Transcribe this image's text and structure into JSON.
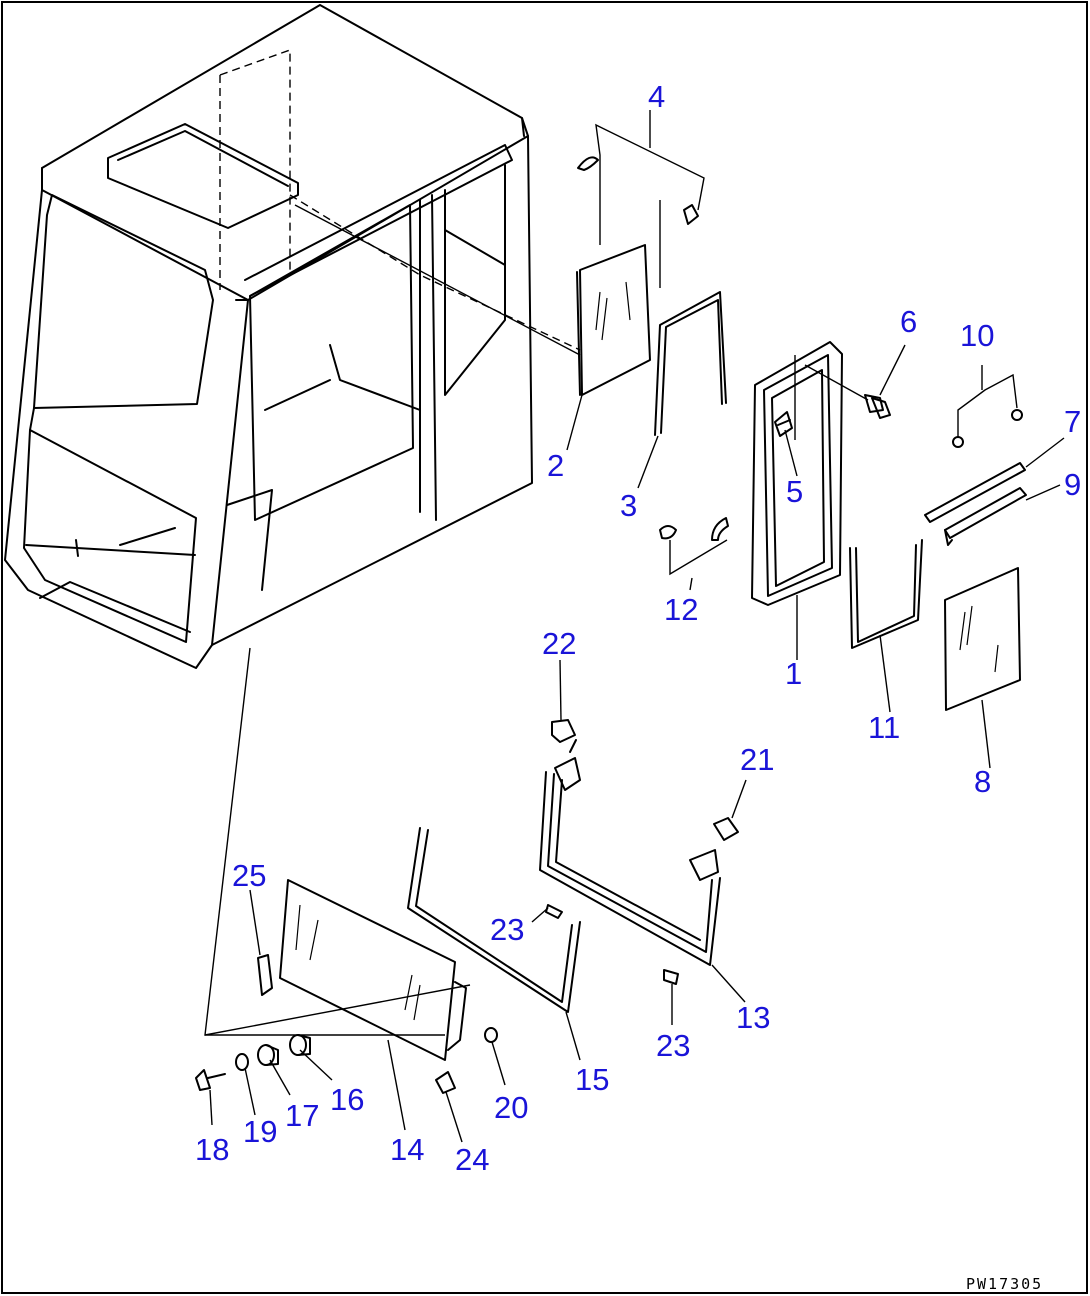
{
  "diagram": {
    "drawing_code": "PW17305",
    "callout_color": "#1a14d8",
    "line_color": "#000000",
    "callouts": [
      {
        "id": "1",
        "label": "1"
      },
      {
        "id": "2",
        "label": "2"
      },
      {
        "id": "3",
        "label": "3"
      },
      {
        "id": "4",
        "label": "4"
      },
      {
        "id": "5",
        "label": "5"
      },
      {
        "id": "6",
        "label": "6"
      },
      {
        "id": "7",
        "label": "7"
      },
      {
        "id": "8",
        "label": "8"
      },
      {
        "id": "9",
        "label": "9"
      },
      {
        "id": "10",
        "label": "10"
      },
      {
        "id": "11",
        "label": "11"
      },
      {
        "id": "12",
        "label": "12"
      },
      {
        "id": "13",
        "label": "13"
      },
      {
        "id": "14",
        "label": "14"
      },
      {
        "id": "15",
        "label": "15"
      },
      {
        "id": "16",
        "label": "16"
      },
      {
        "id": "17",
        "label": "17"
      },
      {
        "id": "18",
        "label": "18"
      },
      {
        "id": "19",
        "label": "19"
      },
      {
        "id": "20",
        "label": "20"
      },
      {
        "id": "21",
        "label": "21"
      },
      {
        "id": "22",
        "label": "22"
      },
      {
        "id": "23a",
        "label": "23"
      },
      {
        "id": "23b",
        "label": "23"
      },
      {
        "id": "24",
        "label": "24"
      },
      {
        "id": "25",
        "label": "25"
      }
    ]
  }
}
